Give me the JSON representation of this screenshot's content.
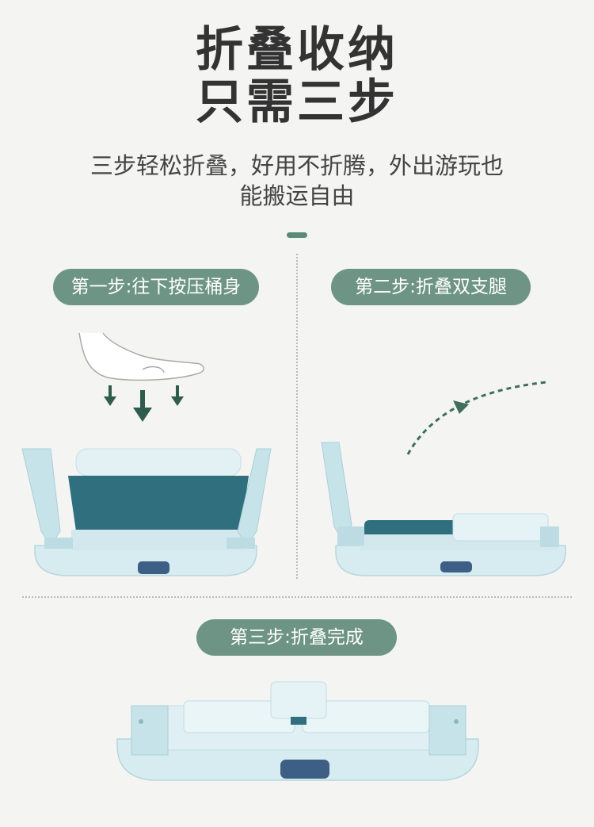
{
  "heading": {
    "line1": "折叠收纳",
    "line2": "只需三步"
  },
  "subtitle": {
    "line1": "三步轻松折叠，好用不折腾，外出游玩也",
    "line2": "能搬运自由"
  },
  "steps": [
    {
      "label": "第一步:往下按压桶身"
    },
    {
      "label": "第二步:折叠双支腿"
    },
    {
      "label": "第三步:折叠完成"
    }
  ],
  "colors": {
    "pill": "#6d9484",
    "accent": "#5b8b78",
    "tub_light": "#cfe6ec",
    "tub_dark": "#2f6f7e",
    "drain": "#3d5f86"
  },
  "icons": [
    "foot-icon",
    "down-arrows-icon",
    "curved-arrow-icon"
  ]
}
